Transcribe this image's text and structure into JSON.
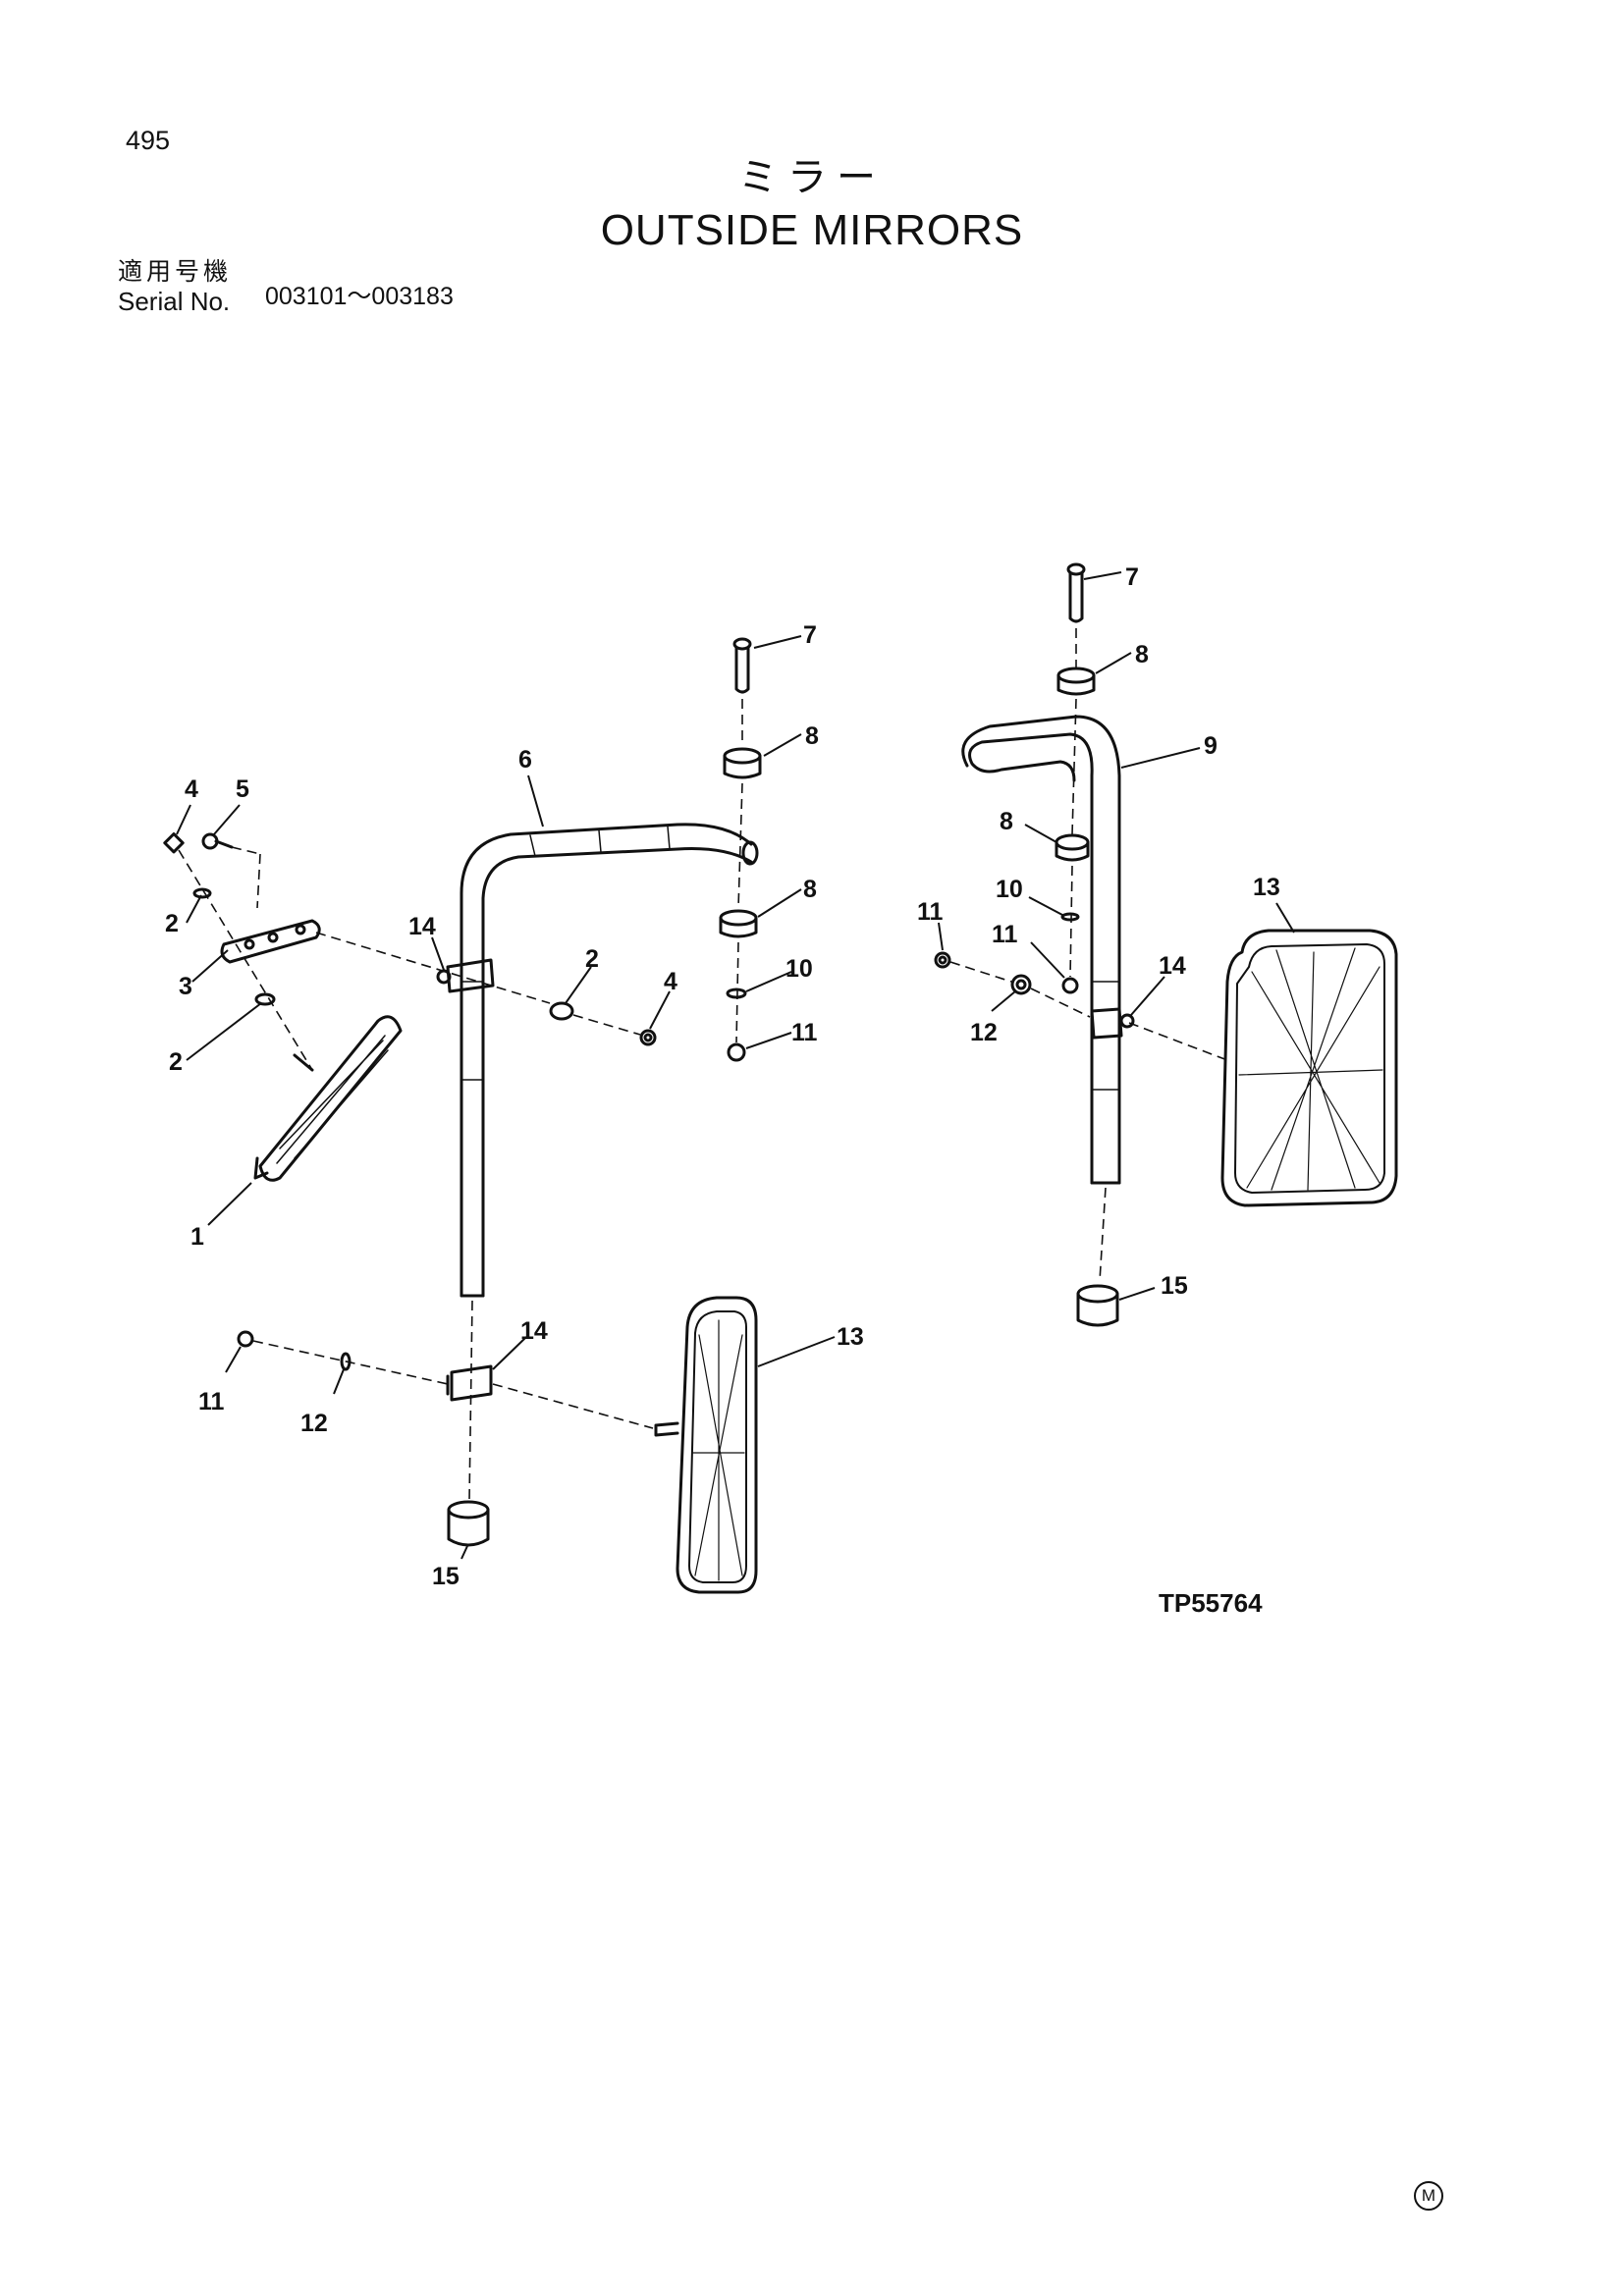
{
  "header": {
    "page_number": "495",
    "title_jp": "ミラー",
    "title_en": "OUTSIDE MIRRORS",
    "serial_label_jp": "適用号機",
    "serial_label_en": "Serial No.",
    "serial_range": "003101～003183"
  },
  "diagram": {
    "callouts": [
      "1",
      "2",
      "3",
      "4",
      "5",
      "6",
      "7",
      "8",
      "9",
      "10",
      "11",
      "12",
      "13",
      "14",
      "15"
    ],
    "drawing_code": "TP55764"
  },
  "footer": {
    "mark": "M"
  }
}
